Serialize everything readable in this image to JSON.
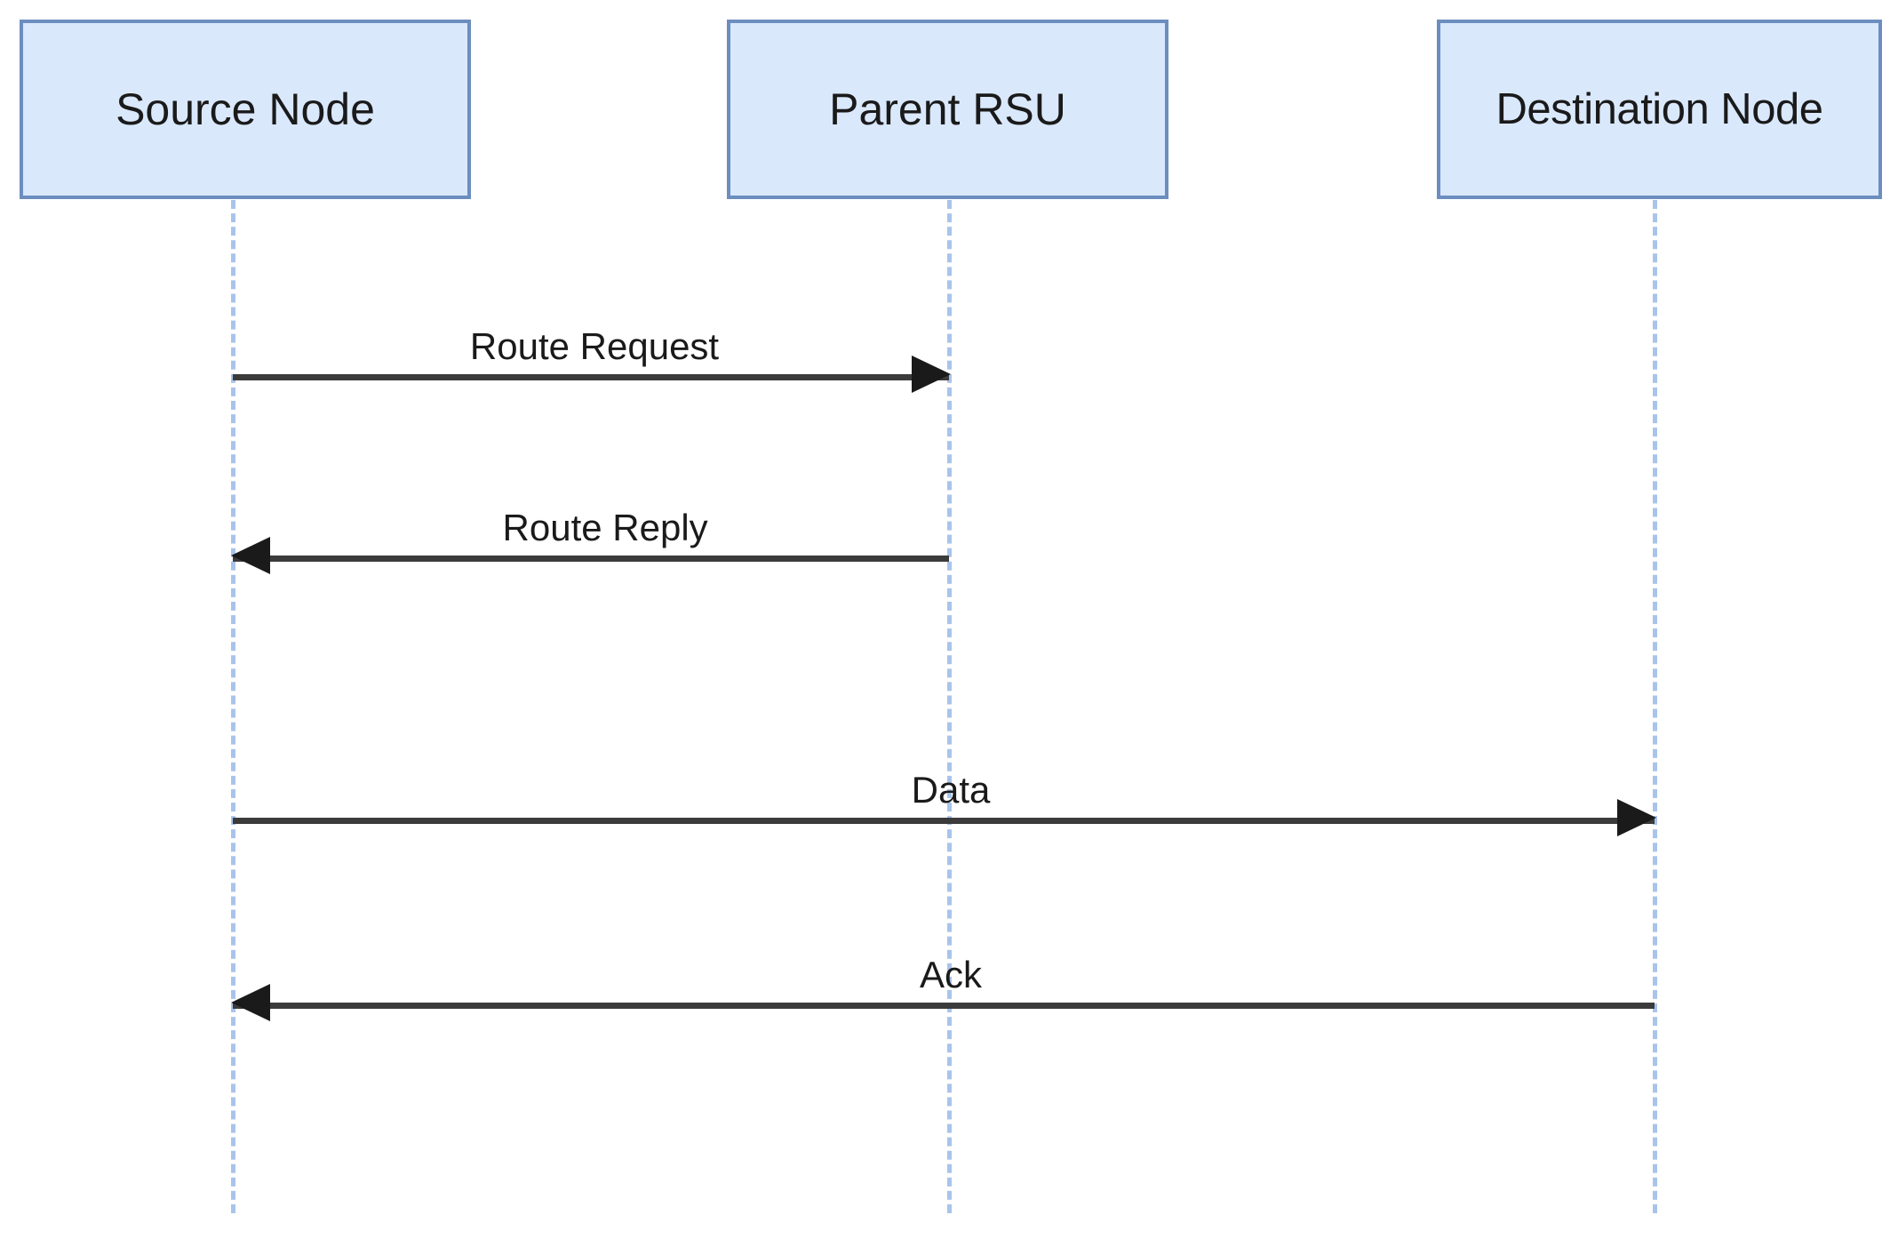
{
  "diagram": {
    "type": "sequence-diagram",
    "title": "",
    "background_color": "#ffffff",
    "participant_fill": "#dae8fc",
    "participant_border": "#6c8ebf",
    "lifeline_color": "#a9c4eb",
    "message_color": "#1a1a1a",
    "participants": [
      {
        "id": "source",
        "label": "Source Node"
      },
      {
        "id": "rsu",
        "label": "Parent RSU"
      },
      {
        "id": "dest",
        "label": "Destination Node"
      }
    ],
    "messages": [
      {
        "id": "route-request",
        "label": "Route Request",
        "from": "source",
        "to": "rsu",
        "direction": "right"
      },
      {
        "id": "route-reply",
        "label": "Route Reply",
        "from": "rsu",
        "to": "source",
        "direction": "left"
      },
      {
        "id": "data",
        "label": "Data",
        "from": "source",
        "to": "dest",
        "direction": "right"
      },
      {
        "id": "ack",
        "label": "Ack",
        "from": "dest",
        "to": "source",
        "direction": "left"
      }
    ]
  }
}
